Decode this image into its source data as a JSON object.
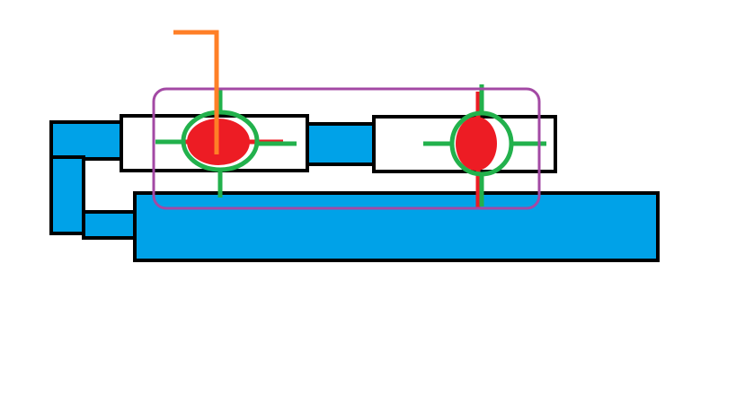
{
  "diagram": {
    "colors": {
      "blue": "#00a2e8",
      "outline": "#000000",
      "white": "#ffffff",
      "red": "#ed1c24",
      "green": "#22b14c",
      "orange": "#ff7f27",
      "purple": "#a349a4"
    },
    "parts": {
      "outline_blocks": [
        {
          "name": "left-white-block"
        },
        {
          "name": "right-white-block"
        }
      ],
      "blue_blocks": [
        {
          "name": "base-blue-bar"
        },
        {
          "name": "left-top-blue-block"
        },
        {
          "name": "left-vertical-blue-block"
        },
        {
          "name": "left-bottom-blue-block"
        },
        {
          "name": "middle-connector-blue-block"
        }
      ],
      "targets": [
        {
          "name": "left-target-crosshair"
        },
        {
          "name": "right-target-crosshair"
        }
      ],
      "selection_frame": {
        "name": "purple-selection-frame"
      },
      "pointer_line": {
        "name": "orange-pointer-line"
      }
    }
  }
}
